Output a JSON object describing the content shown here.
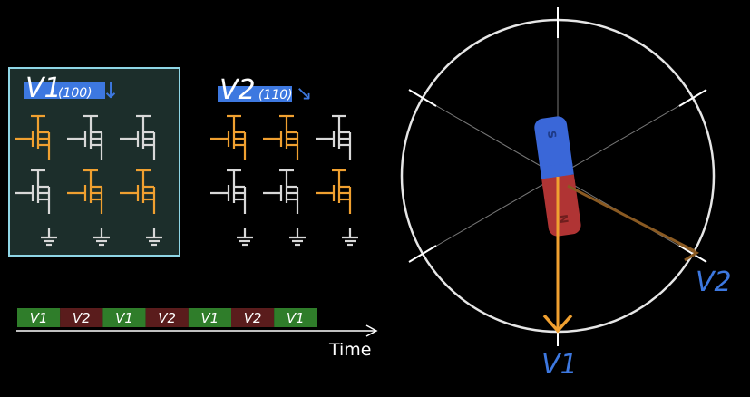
{
  "colors": {
    "background": "#000000",
    "active_transistor": "#f0a030",
    "inactive_transistor": "#d8d8d8",
    "highlight_box_fill": "#1c2e2b",
    "highlight_box_border": "#8fd6e6",
    "label_bar": "#3d78e0",
    "v1_cell": "#2f7d2a",
    "v2_cell": "#5a1c1c",
    "circle": "#e6e6e6",
    "magnet_south": "#3a67d8",
    "magnet_north": "#b03434",
    "v2_arrow": "#8a5a22"
  },
  "left_panel": {
    "v1_label": "V1",
    "v1_code": "(100)",
    "v1_arrow": "↓",
    "v2_label": "V2",
    "v2_code": "(110)",
    "v2_arrow": "↘"
  },
  "timeline": {
    "cells": [
      "V1",
      "V2",
      "V1",
      "V2",
      "V1",
      "V2",
      "V1"
    ],
    "axis_label": "Time"
  },
  "motor": {
    "south_label": "S",
    "north_label": "N",
    "v1_label": "V1",
    "v2_label": "V2"
  }
}
